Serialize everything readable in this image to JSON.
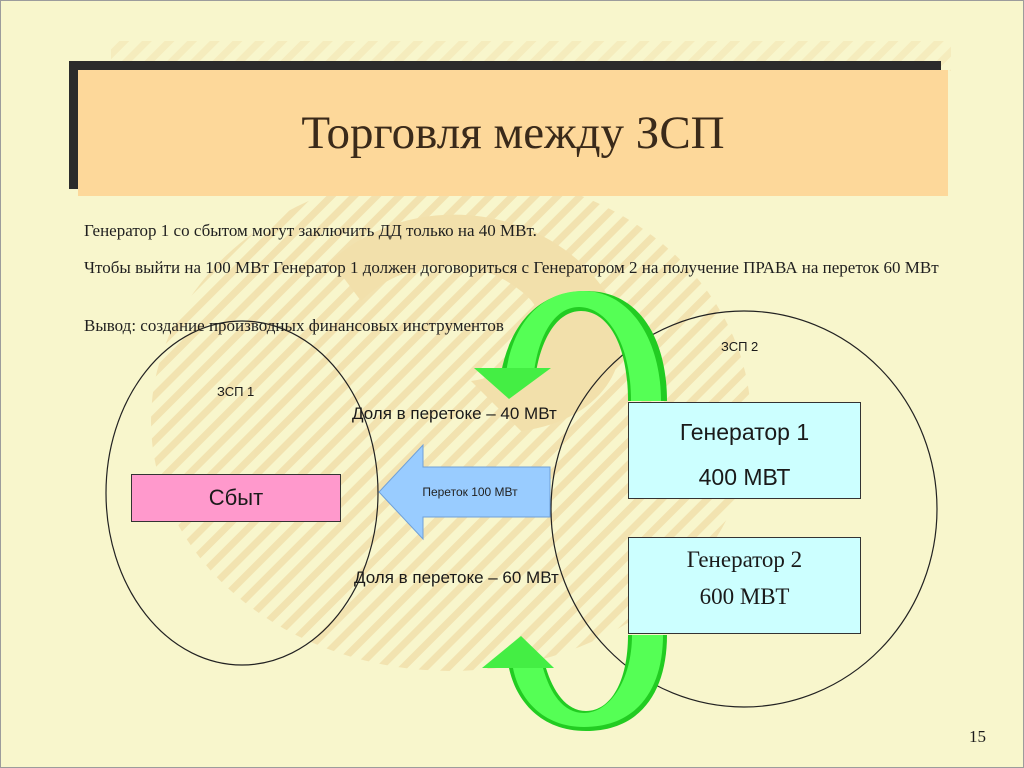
{
  "slide": {
    "title": "Торговля между ЗСП",
    "paragraphs": [
      "Генератор 1 со сбытом могут заключить ДД только на 40 МВт.",
      "Чтобы выйти на 100 МВт Генератор 1 должен договориться с Генератором 2 на получение ПРАВА на переток 60 МВт",
      "Вывод: создание производных финансовых инструментов"
    ],
    "page_number": "15"
  },
  "diagram": {
    "zone1_label": "ЗСП 1",
    "zone2_label": "ЗСП 2",
    "sales": "Сбыт",
    "flow_label": "Переток 100 МВт",
    "share_40": "Доля в перетоке – 40 МВт",
    "share_60": "Доля в перетоке – 60 МВт",
    "generator1": {
      "name": "Генератор 1",
      "power": "400 МВТ"
    },
    "generator2": {
      "name": "Генератор 2",
      "power": "600 МВТ"
    }
  },
  "colors": {
    "background": "#f8f6cc",
    "title_box": "#fdd89a",
    "sales_box": "#ff99cc",
    "generator_box": "#ccffff",
    "flow_arrow": "#99ccff",
    "curved_arrows": "#33ee33"
  }
}
